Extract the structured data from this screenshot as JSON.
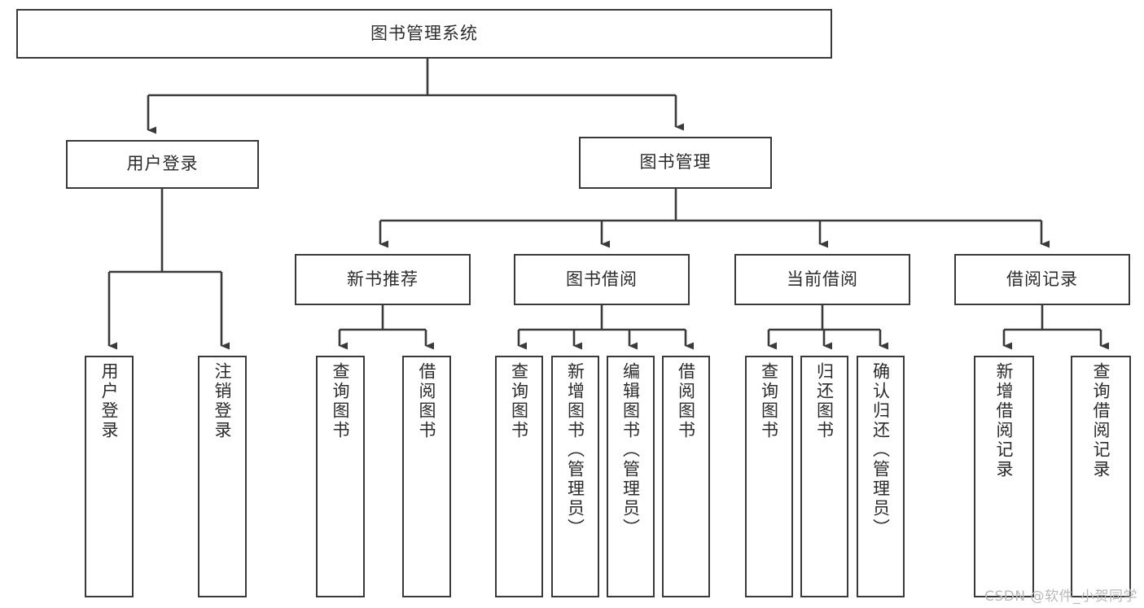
{
  "diagram": {
    "type": "tree",
    "title": "图书管理系统",
    "root": {
      "label": "图书管理系统"
    },
    "level1": [
      {
        "label": "用户登录"
      },
      {
        "label": "图书管理"
      }
    ],
    "level2": [
      {
        "label": "新书推荐"
      },
      {
        "label": "图书借阅"
      },
      {
        "label": "当前借阅"
      },
      {
        "label": "借阅记录"
      }
    ],
    "leaves": {
      "user_login": [
        {
          "label": "用户登录"
        },
        {
          "label": "注销登录"
        }
      ],
      "new_book_recommend": [
        {
          "label": "查询图书"
        },
        {
          "label": "借阅图书"
        }
      ],
      "book_borrow": [
        {
          "label": "查询图书"
        },
        {
          "label": "新增图书（管理员）"
        },
        {
          "label": "编辑图书（管理员）"
        },
        {
          "label": "借阅图书"
        }
      ],
      "current_borrow": [
        {
          "label": "查询图书"
        },
        {
          "label": "归还图书"
        },
        {
          "label": "确认归还（管理员）"
        }
      ],
      "borrow_records": [
        {
          "label": "新增借阅记录"
        },
        {
          "label": "查询借阅记录"
        }
      ]
    }
  },
  "watermark": {
    "text": "CSDN @软件_小贺同学"
  },
  "colors": {
    "stroke": "#3a3a3a",
    "text": "#2b2b2b",
    "background": "#ffffff",
    "watermark": "#b9b9b9"
  }
}
